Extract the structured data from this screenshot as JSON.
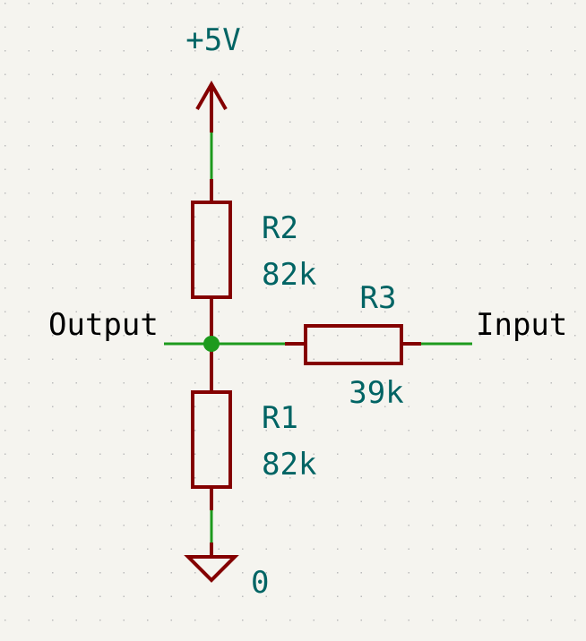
{
  "colors": {
    "background": "#f5f4ef",
    "grid_dot": "#bcbcbc",
    "wire": "#1d9a1d",
    "symbol": "#840000",
    "junction": "#1d9a1d",
    "ref_text": "#006464",
    "net_label_text": "#000000"
  },
  "power": {
    "vcc_label": "+5V",
    "gnd_label": "0"
  },
  "components": {
    "r2": {
      "ref": "R2",
      "value": "82k"
    },
    "r1": {
      "ref": "R1",
      "value": "82k"
    },
    "r3": {
      "ref": "R3",
      "value": "39k"
    }
  },
  "net_labels": {
    "output": "Output",
    "input": "Input"
  }
}
